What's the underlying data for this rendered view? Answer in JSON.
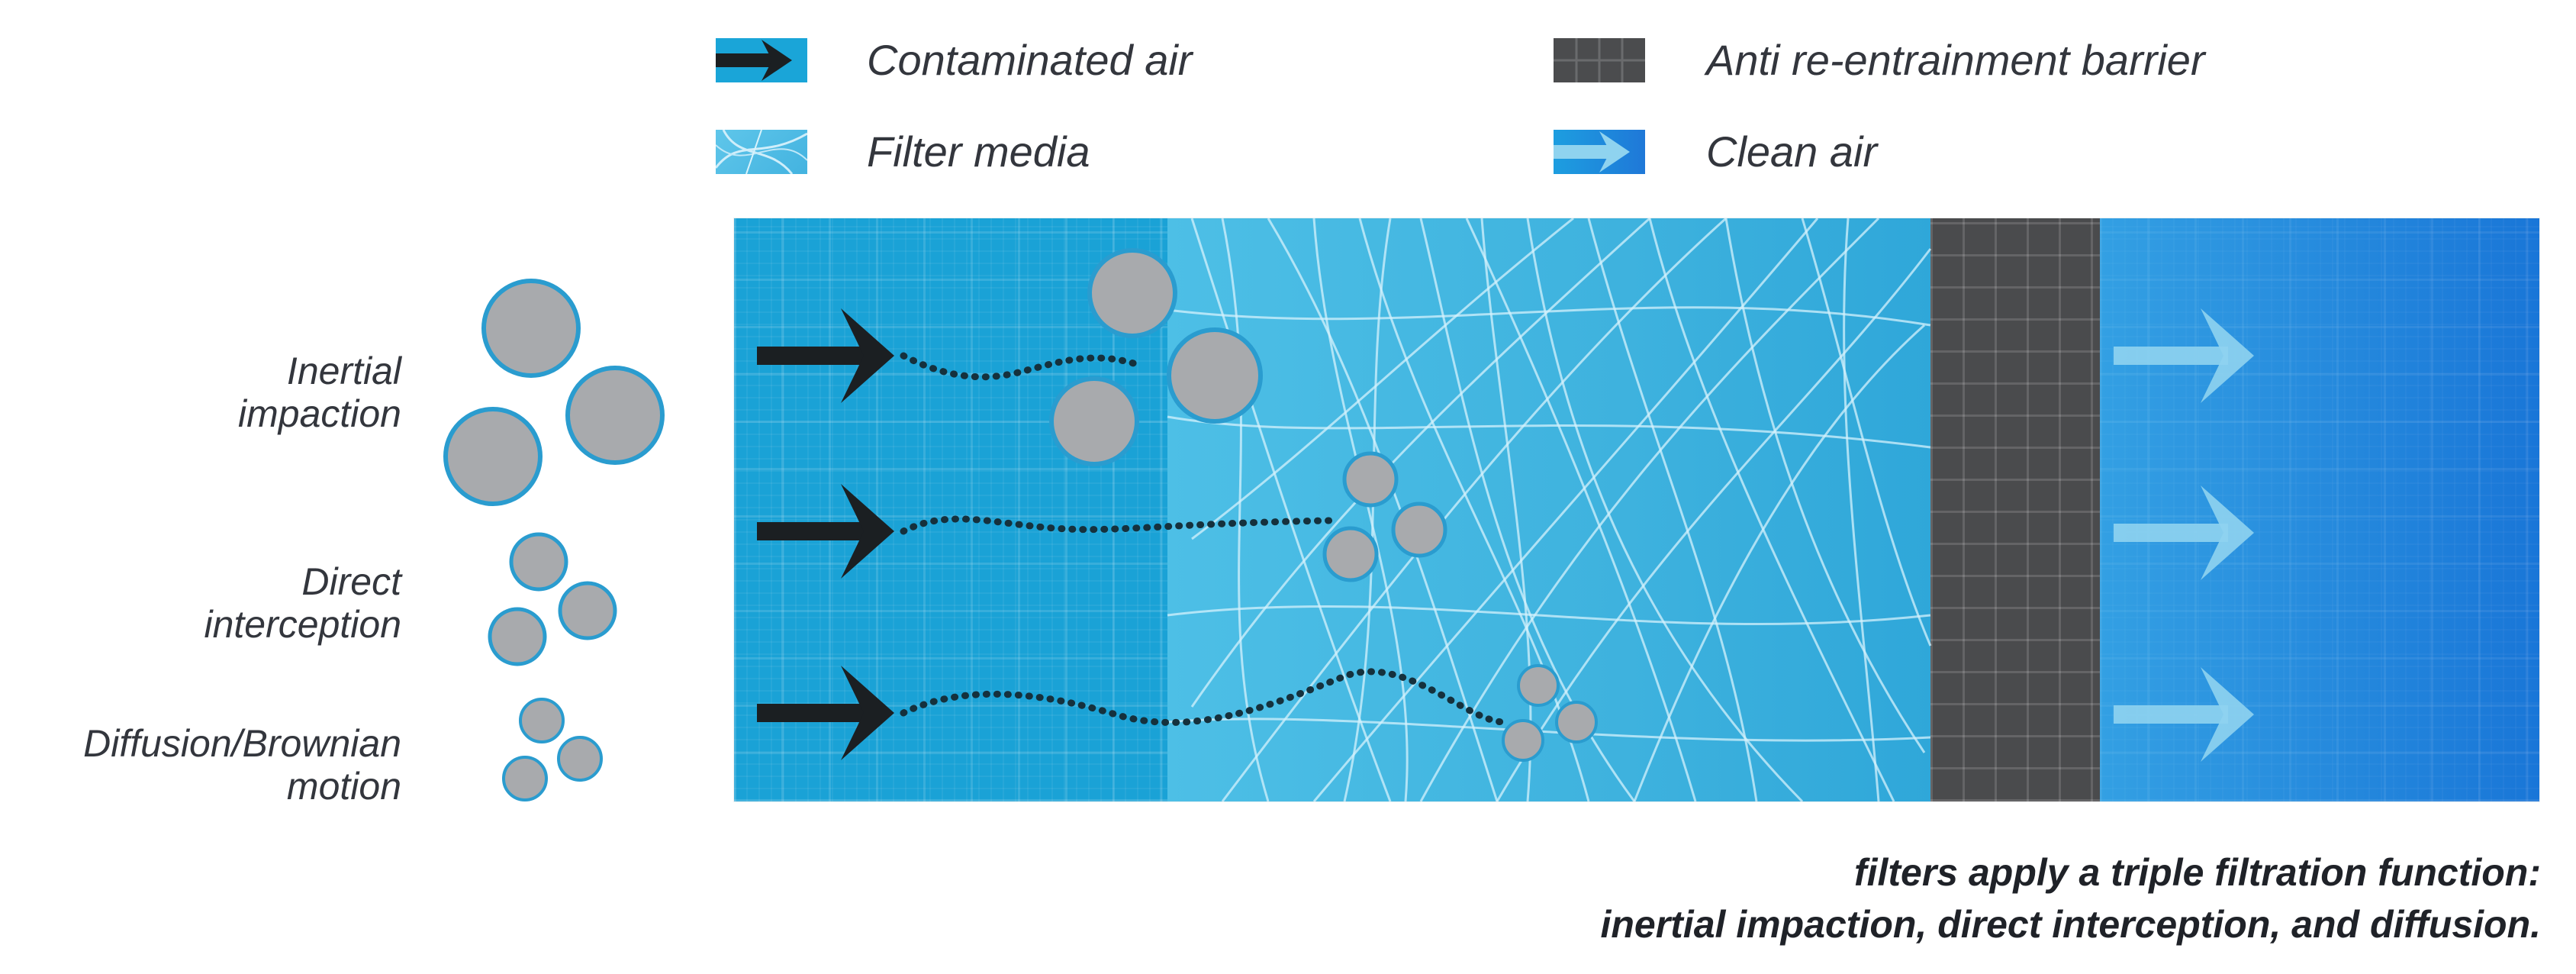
{
  "legend": {
    "contaminated_air": "Contaminated air",
    "anti_reentrainment_barrier": "Anti re-entrainment barrier",
    "filter_media": "Filter media",
    "clean_air": "Clean air"
  },
  "mechanisms": {
    "inertial_impaction": [
      "Inertial",
      "impaction"
    ],
    "direct_interception": [
      "Direct",
      "interception"
    ],
    "diffusion": [
      "Diffusion/Brownian",
      "motion"
    ]
  },
  "caption": {
    "line1": "filters apply a triple filtration function:",
    "line2": "inertial impaction, direct interception, and diffusion."
  },
  "colors": {
    "contaminated_zone": "#1aa2d6",
    "filter_zone": "#43b6e1",
    "barrier_zone": "#4a4b4d",
    "clean_zone": "#1e88dd",
    "particle_fill": "#a8aaad",
    "particle_ring": "#2a9ccf",
    "arrow_dark": "#1b1f22",
    "arrow_light": "#8fd3ef"
  },
  "icons": {
    "contaminated_air": "dark-arrow-icon",
    "clean_air": "light-arrow-icon",
    "particle": "particle-circle-icon"
  }
}
